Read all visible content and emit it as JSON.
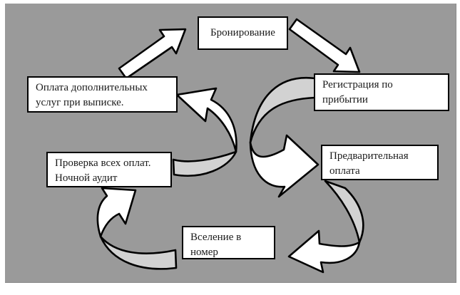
{
  "diagram": {
    "type": "cycle-flowchart",
    "language": "ru",
    "colors": {
      "page_background": "#ffffff",
      "canvas_background": "#9a9a9a",
      "node_fill": "#ffffff",
      "node_border": "#000000",
      "text": "#1a1a1a",
      "arrow_white": "#ffffff",
      "arrow_gray": "#d2d2d2",
      "arrow_outline": "#000000"
    },
    "nodes": [
      {
        "id": "booking",
        "label": "Бронирование"
      },
      {
        "id": "registration",
        "label": "Регистрация по\nприбытии"
      },
      {
        "id": "prepayment",
        "label": "Предварительная\nоплата"
      },
      {
        "id": "checkin",
        "label": "Вселение в\nномер"
      },
      {
        "id": "audit",
        "label": "Проверка всех оплат.\nНочной аудит"
      },
      {
        "id": "extras",
        "label": "Оплата дополнительных\nуслуг при выписке."
      }
    ],
    "edges": [
      {
        "from": "extras",
        "to": "booking",
        "style": "straight-block-arrow"
      },
      {
        "from": "booking",
        "to": "registration",
        "style": "straight-block-arrow"
      },
      {
        "from": "registration",
        "to": "prepayment",
        "style": "curved-ribbon-arrow"
      },
      {
        "from": "prepayment",
        "to": "checkin",
        "style": "curved-ribbon-arrow"
      },
      {
        "from": "checkin",
        "to": "audit",
        "style": "curved-ribbon-arrow"
      },
      {
        "from": "audit",
        "to": "extras",
        "style": "curved-ribbon-arrow"
      }
    ]
  }
}
